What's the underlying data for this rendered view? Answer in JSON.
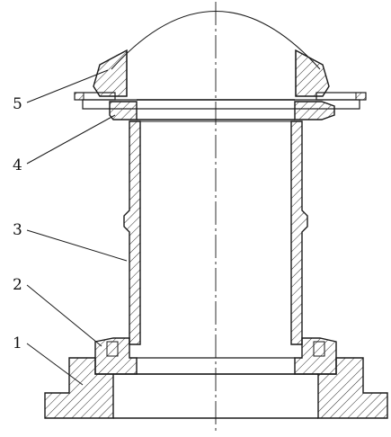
{
  "figure": {
    "kind": "technical-cross-section",
    "hatch_style": "diagonal",
    "line_color": "#1a1a1a",
    "hatch_color": "#2a2a2a",
    "background": "#ffffff"
  },
  "callouts": [
    {
      "label": "5",
      "part": "dome-cap-flange"
    },
    {
      "label": "4",
      "part": "upper-ring"
    },
    {
      "label": "3",
      "part": "cylinder-wall"
    },
    {
      "label": "2",
      "part": "lower-ring"
    },
    {
      "label": "1",
      "part": "base-flange"
    }
  ]
}
